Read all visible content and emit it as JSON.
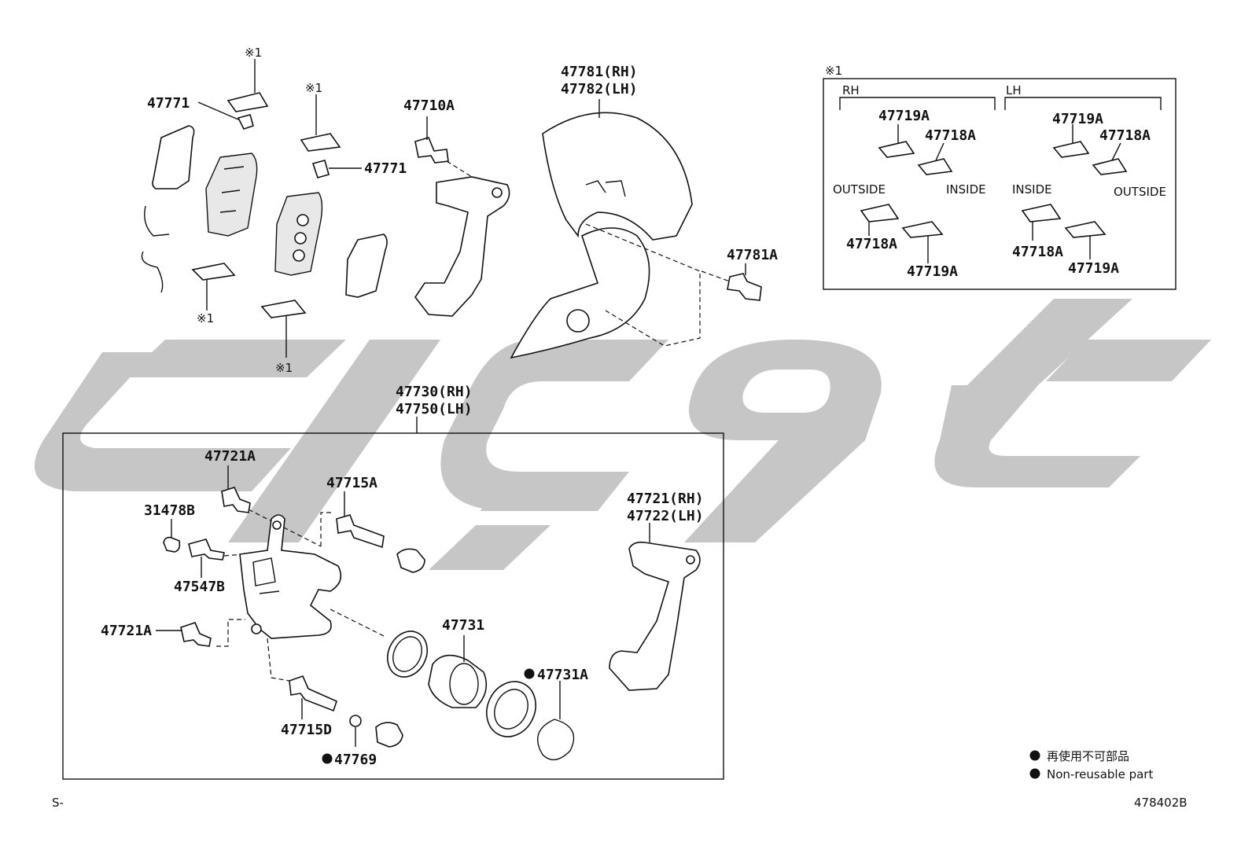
{
  "labels": {
    "p47771a": "47771",
    "p47771b": "47771",
    "p47710a": "47710A",
    "p47781": "47781(RH)",
    "p47782": "47782(LH)",
    "p47781a": "47781A",
    "p47730": "47730(RH)",
    "p47750": "47750(LH)",
    "p47721a_top": "47721A",
    "p31478b": "31478B",
    "p47547b": "47547B",
    "p47721a_low": "47721A",
    "p47715a": "47715A",
    "p47715d": "47715D",
    "p47769": "47769",
    "p47731": "47731",
    "p47731a": "47731A",
    "p47721": "47721(RH)",
    "p47722": "47722(LH)"
  },
  "markers": {
    "ref1": "※1",
    "ref1b": "※1",
    "ref1c": "※1",
    "ref1d": "※1",
    "box_ref": "※1"
  },
  "inset": {
    "rh": "RH",
    "lh": "LH",
    "rh_top_left": "47719A",
    "rh_top_right": "47718A",
    "rh_outside": "OUTSIDE",
    "rh_inside": "INSIDE",
    "rh_bot_left": "47718A",
    "rh_bot_right": "47719A",
    "lh_top_left": "47719A",
    "lh_top_right": "47718A",
    "lh_inside": "INSIDE",
    "lh_outside": "OUTSIDE",
    "lh_bot_left": "47718A",
    "lh_bot_right": "47719A"
  },
  "legend": {
    "jp": "再使用不可部品",
    "en": "Non-reusable part"
  },
  "footer": {
    "left": "S-",
    "code": "478402B"
  }
}
